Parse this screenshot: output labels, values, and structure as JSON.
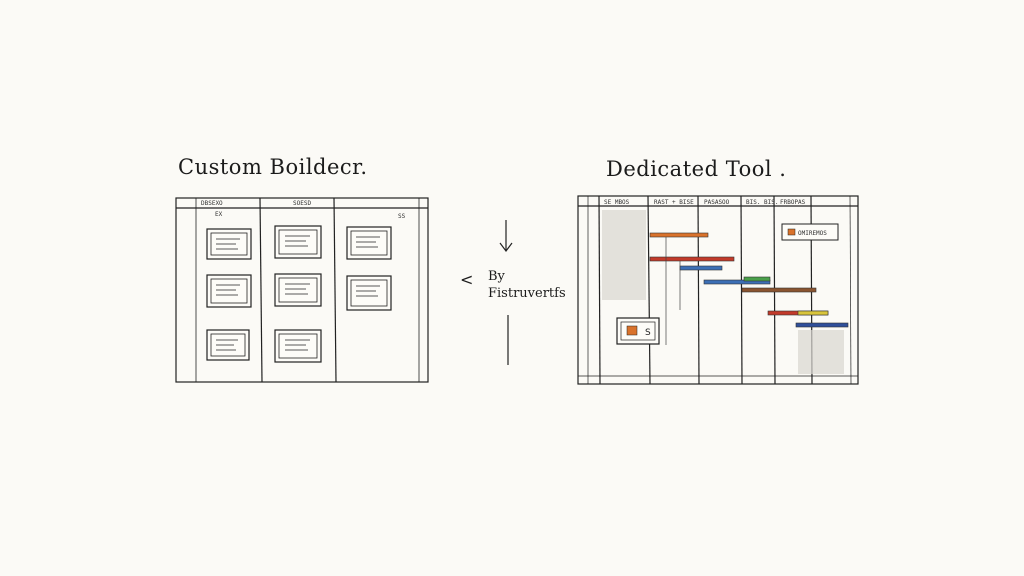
{
  "left_panel": {
    "title": "Custom Boildecr.",
    "column_headers": [
      "DBSEXO",
      "SOESD",
      ""
    ],
    "column_corner_marks": [
      "EX",
      "SS"
    ],
    "cards_per_column": [
      3,
      3,
      2
    ]
  },
  "middle": {
    "line1": "By",
    "line2": "Fistruvertfs",
    "left_arrow": "<"
  },
  "right_panel": {
    "title": "Dedicated Tool .",
    "column_headers": [
      "SE MBOS",
      "RAST + BISE",
      "PASASOO",
      "BIS. BIS.",
      "FRBOPAS"
    ],
    "legend_label": "OMIREMOS",
    "callout_label": "S",
    "colors": {
      "orange": "#d9722b",
      "red": "#c23a2a",
      "blue": "#3c6fb5",
      "green": "#4aa04a",
      "brown": "#8a5430",
      "yellow": "#d8c43a",
      "navy": "#2f4f9a"
    }
  }
}
